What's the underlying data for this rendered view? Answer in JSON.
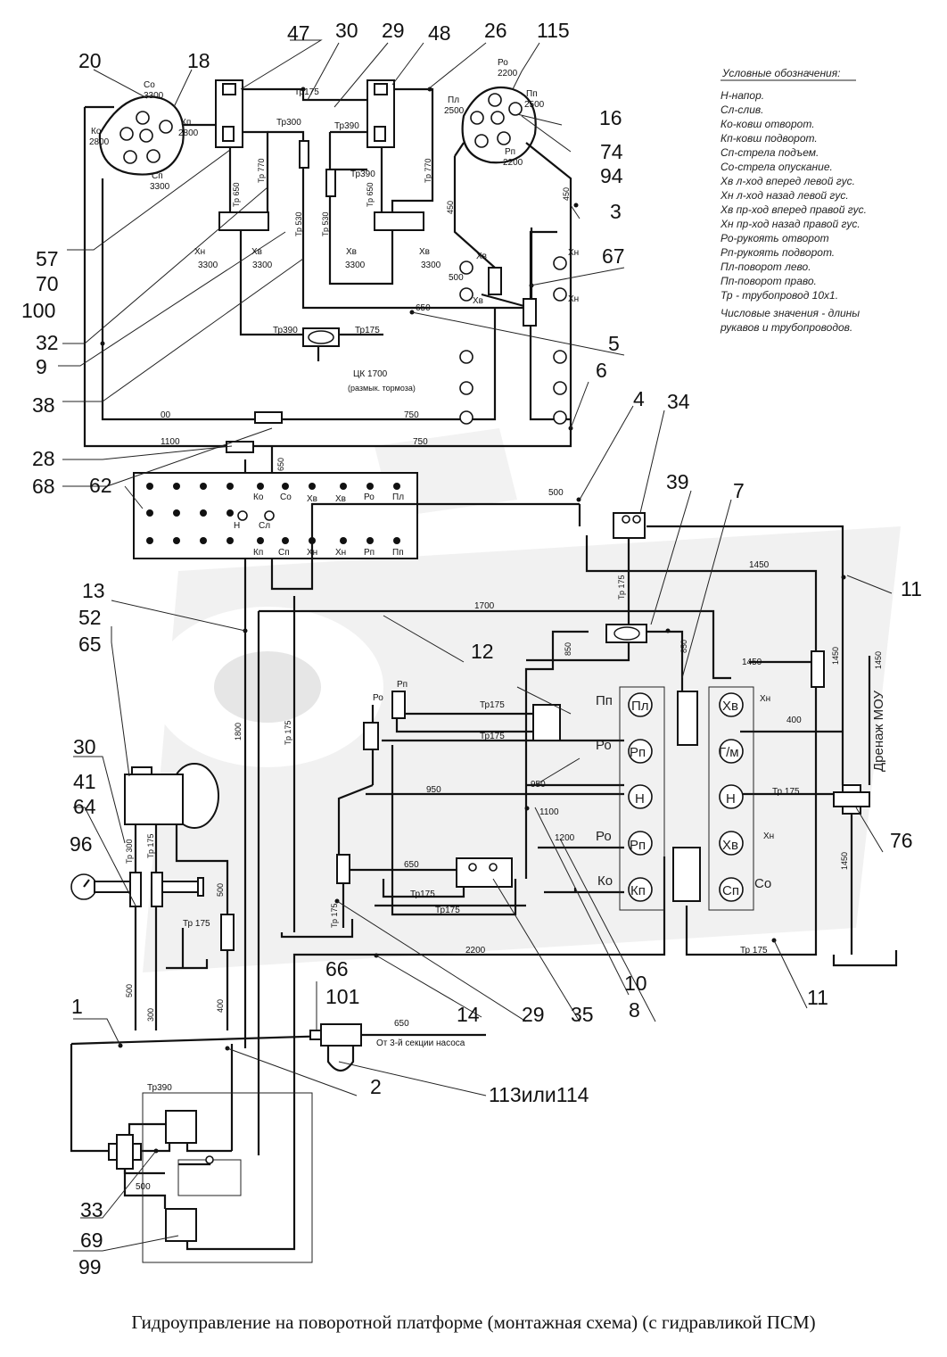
{
  "caption": "Гидроуправление на поворотной платформе (монтажная схема) (с гидравликой ПСМ)",
  "legend": {
    "title": "Условные обозначения:",
    "items": [
      "Н-напор.",
      "Сл-слив.",
      "Ко-ковш отворот.",
      "Кп-ковш подворот.",
      "Сп-стрела подъем.",
      "Со-стрела опускание.",
      "Хв л-ход вперед левой гус.",
      "Хн л-ход назад левой гус.",
      "Хв пр-ход вперед правой гус.",
      "Хн пр-ход назад правой гус.",
      "Ро-рукоять отворот",
      "Рп-рукоять подворот.",
      "Пл-поворот лево.",
      "Пп-поворот право.",
      "Тр - трубопровод 10х1."
    ],
    "note1": "Числовые значения - длины",
    "note2": "рукавов и трубопроводов."
  },
  "callouts": {
    "c20": "20",
    "c18": "18",
    "c47": "47",
    "c30a": "30",
    "c29a": "29",
    "c48": "48",
    "c26": "26",
    "c115": "115",
    "c16": "16",
    "c74": "74",
    "c94": "94",
    "c3": "3",
    "c67": "67",
    "c5": "5",
    "c6": "6",
    "c57": "57",
    "c70": "70",
    "c100": "100",
    "c32": "32",
    "c9": "9",
    "c38": "38",
    "c28": "28",
    "c68": "68",
    "c62": "62",
    "c4": "4",
    "c34": "34",
    "c39": "39",
    "c7": "7",
    "c13": "13",
    "c52": "52",
    "c65": "65",
    "c12": "12",
    "c11a": "11",
    "c30b": "30",
    "c41": "41",
    "c64": "64",
    "c96": "96",
    "c76": "76",
    "c66": "66",
    "c101": "101",
    "c14": "14",
    "c29b": "29",
    "c35": "35",
    "c10": "10",
    "c8": "8",
    "c11b": "11",
    "c1": "1",
    "c2": "2",
    "c113": "113или114",
    "c33": "33",
    "c69": "69",
    "c99": "99"
  },
  "labels": {
    "tr175_top": "Тр175",
    "tr300": "Тр300",
    "tr390_top": "Тр390",
    "tr770_l": "Тр 770",
    "tr770_r": "Тр 770",
    "tr650_l": "Тр 650",
    "tr650_r": "Тр 650",
    "tr530_l": "Тр 530",
    "tr530_r": "Тр 530",
    "tr390_mid": "Тр390",
    "tr390_box": "Тр390",
    "tr175_box": "Тр175",
    "ck1700": "ЦК 1700",
    "razmyk": "(размык. тормоза)",
    "co3300": "Со",
    "co3300v": "3300",
    "kn2800": "Кп",
    "kn2800v": "2800",
    "ko2800": "Ко",
    "ko2800v": "2800",
    "cn3300": "Сп",
    "cn3300v": "3300",
    "po2200": "Ро",
    "po2200v": "2200",
    "pl2500": "Пл",
    "pl2500v": "2500",
    "pp2500": "Пп",
    "pp2500v": "2500",
    "pn2200": "Рп",
    "pn2200v": "2200",
    "xnl": "Хн",
    "xvl": "Хв",
    "xnpr": "Хв",
    "xvpr": "Хв",
    "v3300a": "3300",
    "v3300b": "3300",
    "v3300c": "3300",
    "v3300d": "3300",
    "l450a": "450",
    "l450b": "450",
    "l500a": "500",
    "l650a": "650",
    "l00": "00",
    "l750a": "750",
    "l1100": "1100",
    "l750b": "750",
    "l650b": "650",
    "p_ko": "Ко",
    "p_co": "Со",
    "p_xvl": "Хв",
    "p_xvpr": "Хв",
    "p_po": "Ро",
    "p_pl": "Пл",
    "p_n": "Н",
    "p_cl": "Сл",
    "p_kn": "Кп",
    "p_cn": "Сп",
    "p_xnl": "Хн",
    "p_xnpr": "Хн",
    "p_pn": "Рп",
    "p_pp": "Пп",
    "l500b": "500",
    "l1450a": "1450",
    "l1700": "1700",
    "tr175_v": "Тр 175",
    "l850a": "850",
    "l850b": "850",
    "l1450b": "1450",
    "l1450c": "1450",
    "l1450d": "1450",
    "drain": "Дренаж МОУ",
    "tr175_a": "Тр175",
    "tr175_b": "Тр175",
    "po_l": "Ро",
    "pn_l": "Рп",
    "l950a": "950",
    "l950b": "950",
    "l1100b": "1100",
    "l1200": "1200",
    "l400": "400",
    "tr175_c": "Тр 175",
    "l650c": "650",
    "tr175_d": "Тр175",
    "tr175_e": "Тр175",
    "tr175_f": "Тр 175",
    "l2200": "2200",
    "tr175_g": "Тр 175",
    "l1800": "1800",
    "tr175_h": "Тр 175",
    "tr300b": "Тр 300",
    "tr175_i": "Тр 175",
    "l500c": "500",
    "tr175_j": "Тр 175",
    "l500d": "500",
    "l300": "300",
    "l400b": "400",
    "l650d": "650",
    "from3": "От 3-й секции насоса",
    "tr390_bot": "Тр390",
    "l500e": "500",
    "dv_pl": "Пл",
    "dv_pp": "Пп",
    "dv_pn": "Рп",
    "dv_po": "Ро",
    "dv_n1": "Н",
    "dv_n2": "Н",
    "dv_xvpr": "Хв",
    "dv_xnpr": "Хн",
    "dv_gm": "Г/м",
    "dv_xvl": "Хв",
    "dv_xnl": "Хн",
    "dv_kn": "Кп",
    "dv_ko": "Ко",
    "dv_cn": "Сп",
    "dv_co": "Со",
    "dv_rp2": "Рп",
    "dv_ro2": "Ро",
    "xn_l2": "Хн",
    "xn_pr2": "Хн",
    "xv_l2": "Хв",
    "xv_pr2": "Хв"
  }
}
